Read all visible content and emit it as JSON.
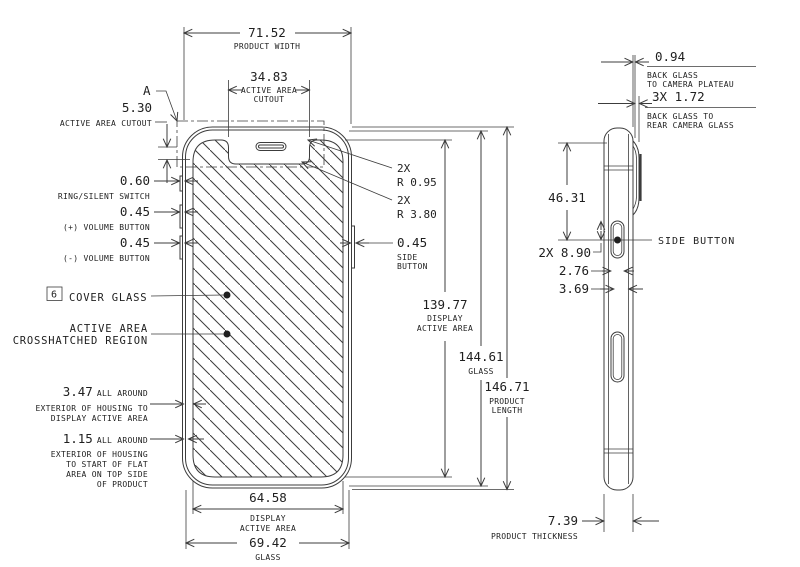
{
  "front_view": {
    "detail_label": "A",
    "product_width": {
      "value": "71.52",
      "label": "PRODUCT WIDTH"
    },
    "active_area_cutout_width": {
      "value": "34.83",
      "label_line1": "ACTIVE AREA",
      "label_line2": "CUTOUT"
    },
    "active_area_cutout_height": {
      "value": "5.30",
      "label": "ACTIVE AREA CUTOUT"
    },
    "ring_silent_switch": {
      "value": "0.60",
      "label": "RING/SILENT SWITCH"
    },
    "volume_up_button": {
      "value": "0.45",
      "label": "(+) VOLUME BUTTON"
    },
    "volume_down_button": {
      "value": "0.45",
      "label": "(-) VOLUME BUTTON"
    },
    "cover_glass": {
      "item_number": "6",
      "label": "COVER GLASS"
    },
    "active_area": {
      "label_line1": "ACTIVE AREA",
      "label_line2": "CROSSHATCHED REGION"
    },
    "housing_to_display": {
      "value": "3.47",
      "suffix": "ALL AROUND",
      "label_line1": "EXTERIOR OF HOUSING TO",
      "label_line2": "DISPLAY ACTIVE AREA"
    },
    "housing_to_flat": {
      "value": "1.15",
      "suffix": "ALL AROUND",
      "label_line1": "EXTERIOR OF HOUSING",
      "label_line2": "TO START OF FLAT",
      "label_line3": "AREA ON TOP SIDE",
      "label_line4": "OF PRODUCT"
    },
    "corner_radius_small": {
      "qty": "2X",
      "value": "R 0.95"
    },
    "corner_radius_large": {
      "qty": "2X",
      "value": "R 3.80"
    },
    "side_button": {
      "value": "0.45",
      "label_line1": "SIDE",
      "label_line2": "BUTTON"
    },
    "display_active_area_length": {
      "value": "139.77",
      "label_line1": "DISPLAY",
      "label_line2": "ACTIVE AREA"
    },
    "glass_length": {
      "value": "144.61",
      "label": "GLASS"
    },
    "product_length": {
      "value": "146.71",
      "label_line1": "PRODUCT",
      "label_line2": "LENGTH"
    },
    "display_active_area_width": {
      "value": "64.58",
      "label_line1": "DISPLAY",
      "label_line2": "ACTIVE AREA"
    },
    "glass_width": {
      "value": "69.42",
      "label": "GLASS"
    }
  },
  "side_view": {
    "back_glass_to_camera_plateau": {
      "value": "0.94",
      "label_line1": "BACK GLASS",
      "label_line2": "TO CAMERA PLATEAU"
    },
    "back_glass_to_rear_camera_glass": {
      "value": "3X 1.72",
      "label_line1": "BACK GLASS TO",
      "label_line2": "REAR CAMERA GLASS"
    },
    "top_to_side_button": {
      "value": "46.31"
    },
    "side_button_label": "SIDE BUTTON",
    "side_button_length": {
      "value": "2X 8.90"
    },
    "dim_2_76": {
      "value": "2.76"
    },
    "dim_3_69": {
      "value": "3.69"
    },
    "product_thickness": {
      "value": "7.39",
      "label": "PRODUCT THICKNESS"
    }
  }
}
